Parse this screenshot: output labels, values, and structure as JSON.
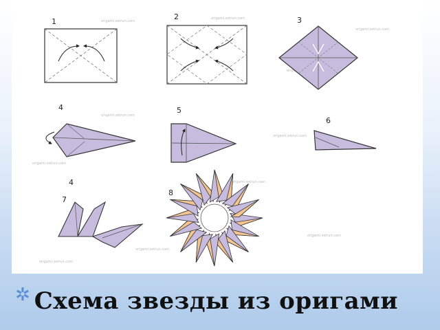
{
  "slide": {
    "caption": {
      "bullet_icon": "star-bullet-icon",
      "text": "Схема звезды из оригами",
      "color": "#111111"
    },
    "accent_color": "#5b8fd4"
  },
  "diagram": {
    "steps": [
      {
        "label": "1"
      },
      {
        "label": "2"
      },
      {
        "label": "3"
      },
      {
        "label": "4"
      },
      {
        "label": "5"
      },
      {
        "label": "6"
      },
      {
        "label": "4"
      },
      {
        "label": "7"
      },
      {
        "label": "8"
      }
    ],
    "paper_color": "#c8bcde",
    "star_accent_color": "#f2c492",
    "watermark": "origami.ostrun.com"
  }
}
